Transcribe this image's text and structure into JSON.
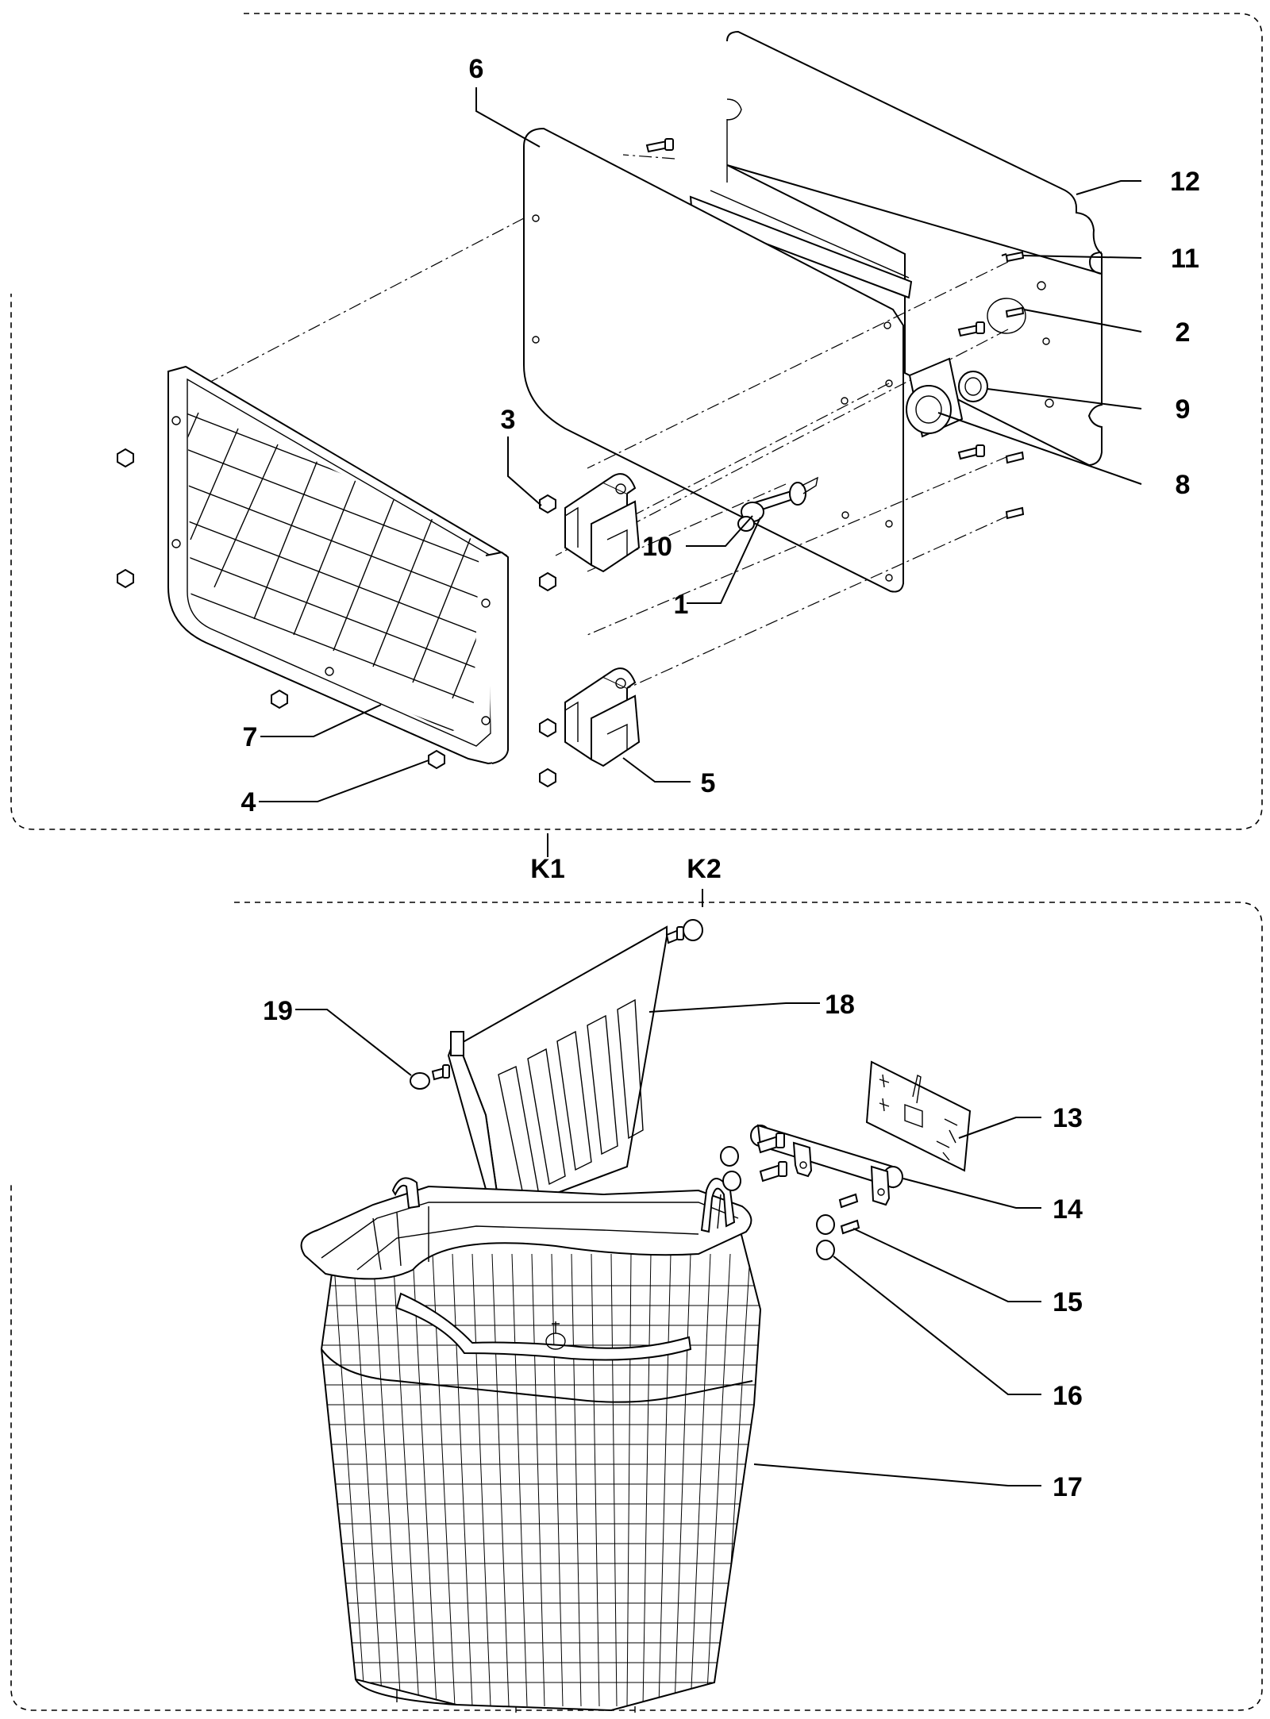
{
  "assemblies": [
    {
      "key": "k1",
      "label": "K1"
    },
    {
      "key": "k2",
      "label": "K2"
    }
  ],
  "callouts": [
    {
      "key": "c1",
      "label": "1"
    },
    {
      "key": "c2",
      "label": "2"
    },
    {
      "key": "c3",
      "label": "3"
    },
    {
      "key": "c4",
      "label": "4"
    },
    {
      "key": "c5",
      "label": "5"
    },
    {
      "key": "c6",
      "label": "6"
    },
    {
      "key": "c7",
      "label": "7"
    },
    {
      "key": "c8",
      "label": "8"
    },
    {
      "key": "c9",
      "label": "9"
    },
    {
      "key": "c10",
      "label": "10"
    },
    {
      "key": "c11",
      "label": "11"
    },
    {
      "key": "c12",
      "label": "12"
    },
    {
      "key": "c13",
      "label": "13"
    },
    {
      "key": "c14",
      "label": "14"
    },
    {
      "key": "c15",
      "label": "15"
    },
    {
      "key": "c16",
      "label": "16"
    },
    {
      "key": "c17",
      "label": "17"
    },
    {
      "key": "c18",
      "label": "18"
    },
    {
      "key": "c19",
      "label": "19"
    }
  ]
}
